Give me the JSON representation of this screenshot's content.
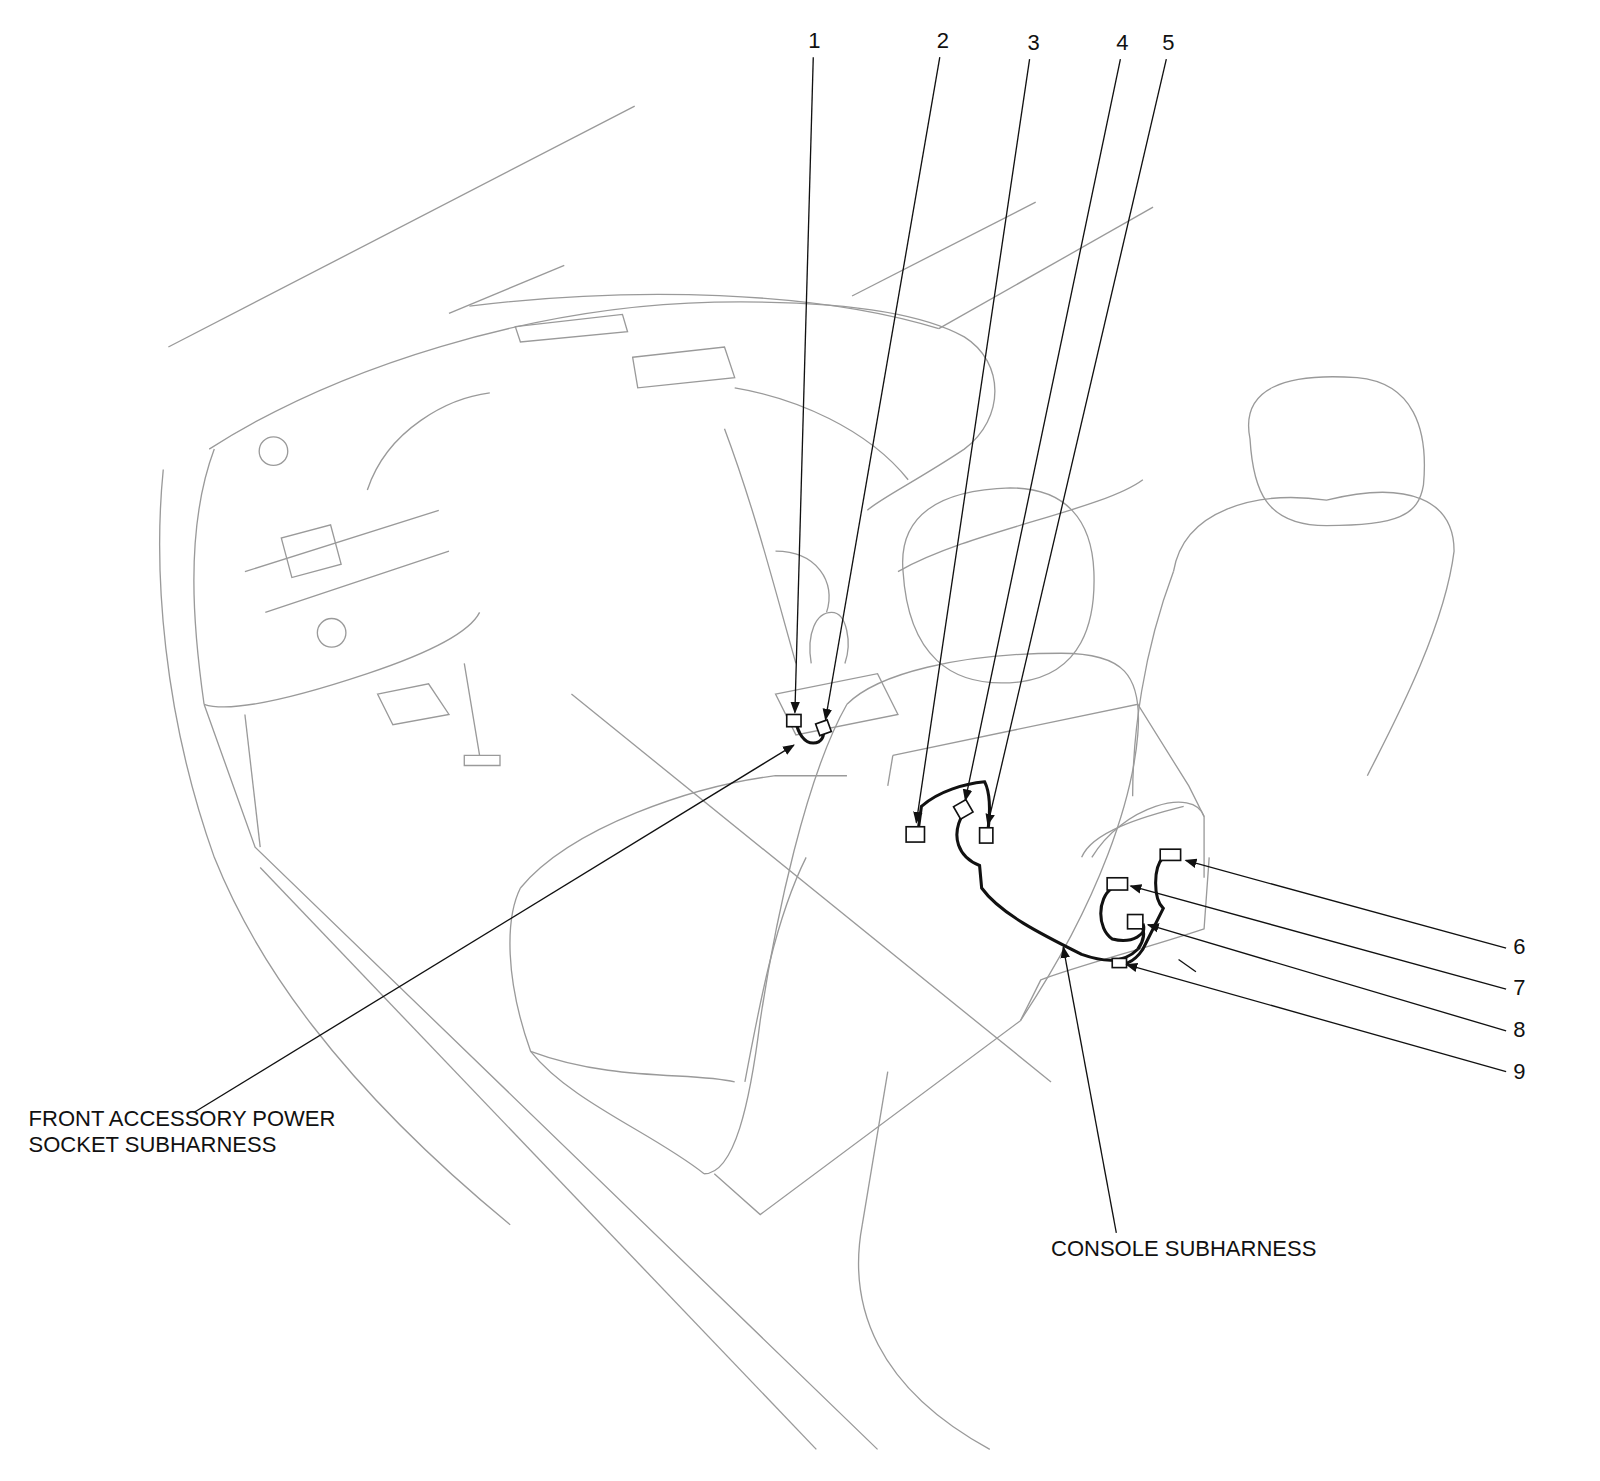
{
  "diagram": {
    "labels": [
      "1",
      "2",
      "3",
      "4",
      "5",
      "6",
      "7",
      "8",
      "9",
      "FRONT ACCESSORY POWER SOCKET SUBHARNESS",
      "CONSOLE SUBHARNESS"
    ]
  }
}
